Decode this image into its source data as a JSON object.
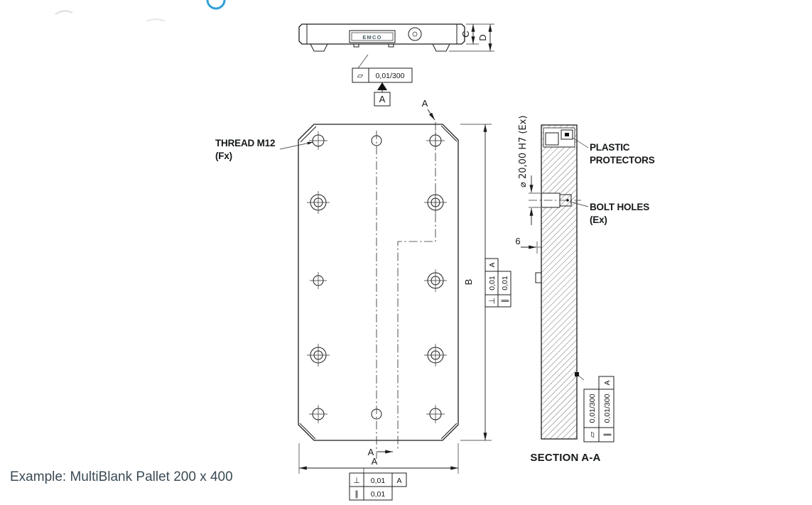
{
  "page": {
    "example_label": "Example: MultiBlank Pallet 200 x 400"
  },
  "top_view": {
    "logo_text": "EMCO",
    "flatness_frame": {
      "symbol": "▱",
      "value": "0,01/300"
    },
    "datum_label": "A",
    "dim_c": "C",
    "dim_d": "D"
  },
  "front_view": {
    "thread_label": {
      "line1": "THREAD M12",
      "line2": "(Fx)"
    },
    "dim_b": "B",
    "dim_a": "A",
    "section_label_top": "A",
    "section_label_bottom": "A",
    "side_frame_perp": {
      "symbol": "⊥",
      "value": "0,01",
      "datum": "A"
    },
    "side_frame_par": {
      "symbol": "∥",
      "value": "0,01"
    },
    "bottom_frame_perp": {
      "symbol": "⊥",
      "value": "0,01",
      "datum": "A"
    },
    "bottom_frame_par": {
      "symbol": "∥",
      "value": "0,01"
    }
  },
  "section_view": {
    "title": "SECTION A-A",
    "bore_label": "⌀ 20,00 H7 (Ex)",
    "plastic_label": {
      "line1": "PLASTIC",
      "line2": "PROTECTORS"
    },
    "bolt_label": {
      "line1": "BOLT HOLES",
      "line2": "(Ex)"
    },
    "wall_dim": "6",
    "frame_flat": {
      "symbol": "▱",
      "value": "0,01/300"
    },
    "frame_par": {
      "symbol": "∥",
      "value": "0,01/300",
      "datum": "A"
    }
  }
}
